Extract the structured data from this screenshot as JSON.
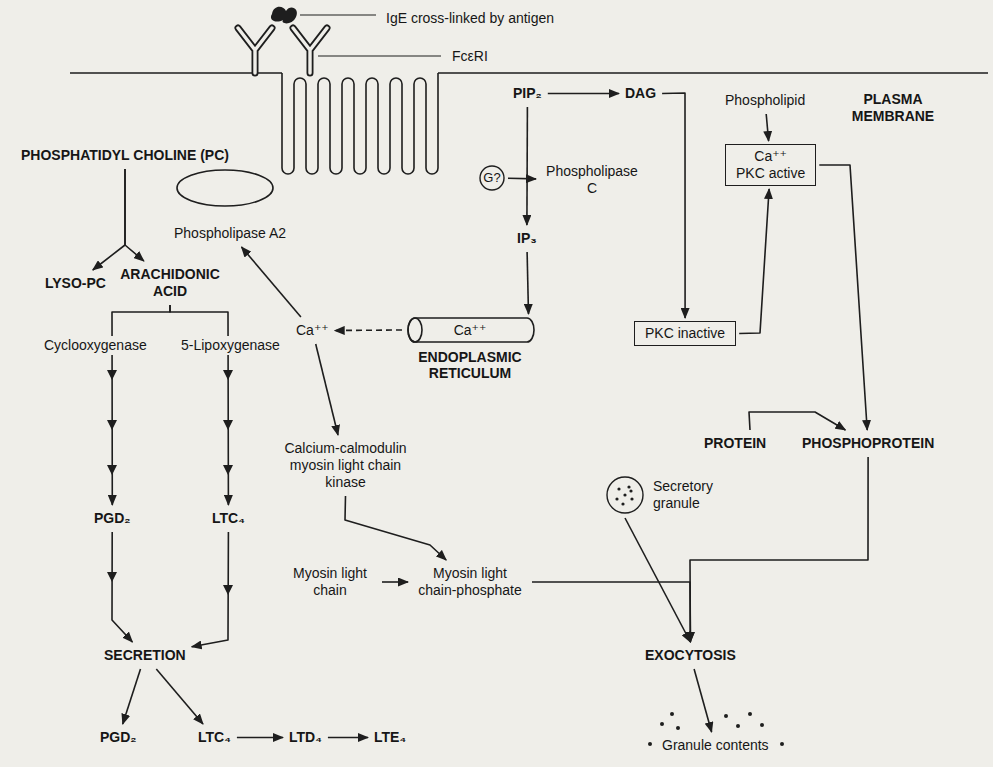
{
  "diagram": {
    "nodes": [
      {
        "text": [
          "PHOSPHATIDYL CHOLINE (PC)"
        ]
      },
      {
        "text": [
          "Phospholipase A2"
        ]
      },
      {
        "text": [
          "LYSO-PC"
        ]
      },
      {
        "text": [
          "ARACHIDONIC ACID"
        ]
      },
      {
        "text": [
          "PGD₂"
        ]
      },
      {
        "text": [
          "LTC₄"
        ]
      },
      {
        "text": [
          "SECRETION"
        ]
      },
      {
        "text": [
          "PGD₂"
        ]
      },
      {
        "text": [
          "LTC₄"
        ]
      },
      {
        "text": [
          "LTD₄"
        ]
      },
      {
        "text": [
          "LTE₄"
        ]
      },
      {
        "text": [
          "Ca⁺⁺"
        ]
      },
      {
        "text": [
          "Calcium-calmodulin myosin light chain kinase"
        ]
      },
      {
        "text": [
          "Myosin light chain"
        ]
      },
      {
        "text": [
          "Myosin light chain-phosphate"
        ]
      },
      {
        "text": [
          "Ca⁺⁺",
          "ENDOPLASMIC RETICULUM"
        ]
      },
      {
        "text": [
          "PIP₂"
        ]
      },
      {
        "text": [
          "DAG"
        ]
      },
      {
        "text": [
          "G?"
        ]
      },
      {
        "text": [
          "Phospholipase C"
        ]
      },
      {
        "text": [
          "IP₃"
        ]
      },
      {
        "text": [
          "Phospholipid"
        ]
      },
      {
        "text": [
          "Ca⁺⁺",
          "PKC active"
        ]
      },
      {
        "text": [
          "PKC inactive"
        ]
      },
      {
        "text": [
          "PROTEIN"
        ]
      },
      {
        "text": [
          "PHOSPHOPROTEIN"
        ]
      },
      {
        "text": [
          "Secretory granule"
        ]
      },
      {
        "text": [
          "EXOCYTOSIS"
        ]
      },
      {
        "text": [
          "Granule contents"
        ]
      }
    ],
    "edges": [
      {
        "from": 0,
        "to": 2,
        "arrow": "to"
      },
      {
        "from": 0,
        "to": 3,
        "arrow": "to"
      },
      {
        "from": 11,
        "to": 1,
        "arrow": "to"
      },
      {
        "from": 3,
        "to": 4,
        "arrow": "to"
      },
      {
        "from": 3,
        "to": 5,
        "arrow": "to"
      },
      {
        "from": 4,
        "to": 6,
        "arrow": "to"
      },
      {
        "from": 5,
        "to": 6,
        "arrow": "to"
      },
      {
        "from": 6,
        "to": 7,
        "arrow": "to"
      },
      {
        "from": 6,
        "to": 8,
        "arrow": "to"
      },
      {
        "from": 8,
        "to": 9,
        "arrow": "to"
      },
      {
        "from": 9,
        "to": 10,
        "arrow": "to"
      },
      {
        "from": 15,
        "to": 11,
        "arrow": "to"
      },
      {
        "from": 11,
        "to": 12,
        "arrow": "to"
      },
      {
        "from": 13,
        "to": 14,
        "arrow": "to"
      },
      {
        "from": 12,
        "to": 14,
        "arrow": "to"
      },
      {
        "from": 14,
        "to": 27,
        "arrow": "to"
      },
      {
        "from": 16,
        "to": 17,
        "arrow": "to"
      },
      {
        "from": 16,
        "to": 20,
        "arrow": "to"
      },
      {
        "from": 18,
        "to": 19,
        "arrow": "to"
      },
      {
        "from": 20,
        "to": 15,
        "arrow": "to"
      },
      {
        "from": 17,
        "to": 23,
        "arrow": "to"
      },
      {
        "from": 23,
        "to": 22,
        "arrow": "to"
      },
      {
        "from": 21,
        "to": 22,
        "arrow": "to"
      },
      {
        "from": 22,
        "to": 25,
        "arrow": "to"
      },
      {
        "from": 24,
        "to": 25,
        "arrow": "to"
      },
      {
        "from": 25,
        "to": 27,
        "arrow": "to"
      },
      {
        "from": 26,
        "to": 27,
        "arrow": "to"
      },
      {
        "from": 27,
        "to": 28,
        "arrow": "to"
      }
    ],
    "labels": [
      "IgE cross-linked by antigen",
      "FcεRI",
      "PLASMA MEMBRANE",
      "Cyclooxygenase",
      "5-Lipoxygenase"
    ]
  }
}
